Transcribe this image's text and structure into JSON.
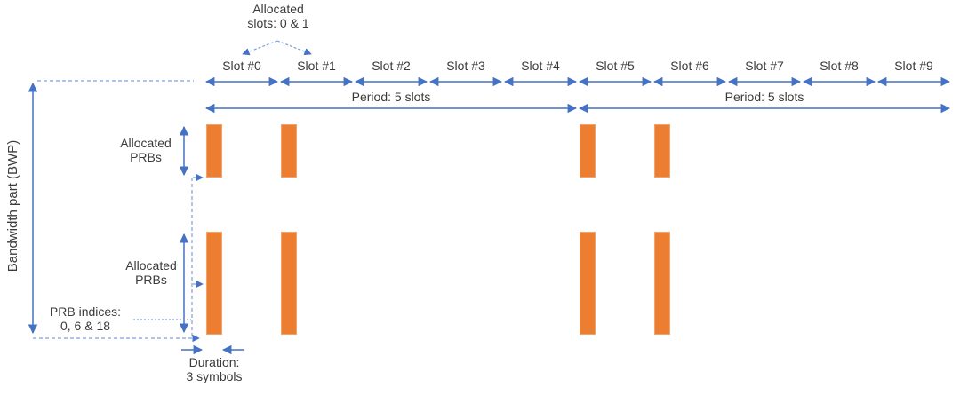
{
  "labels": {
    "allocated_slots": "Allocated\nslots: 0 & 1",
    "period_1": "Period: 5 slots",
    "period_2": "Period: 5 slots",
    "bwp": "Bandwidth part (BWP)",
    "allocated_prbs_top": "Allocated\nPRBs",
    "allocated_prbs_bottom": "Allocated\nPRBs",
    "prb_indices": "PRB indices:\n0, 6 & 18",
    "duration": "Duration:\n3 symbols"
  },
  "slots": [
    "Slot #0",
    "Slot #1",
    "Slot #2",
    "Slot #3",
    "Slot #4",
    "Slot #5",
    "Slot #6",
    "Slot #7",
    "Slot #8",
    "Slot #9"
  ],
  "colors": {
    "arrow_blue": "#4472C4",
    "dashed_blue": "#7DA0D9",
    "bar_orange": "#ED7D31",
    "text": "#3B3B3B"
  },
  "diagram": {
    "num_slots": 10,
    "allocated_slot_indices": [
      0,
      1,
      5,
      6
    ],
    "allocated_slots_values": "0 & 1",
    "period_slots": 5,
    "duration_symbols": 3,
    "prb_indices_values": "0, 6 & 18"
  }
}
